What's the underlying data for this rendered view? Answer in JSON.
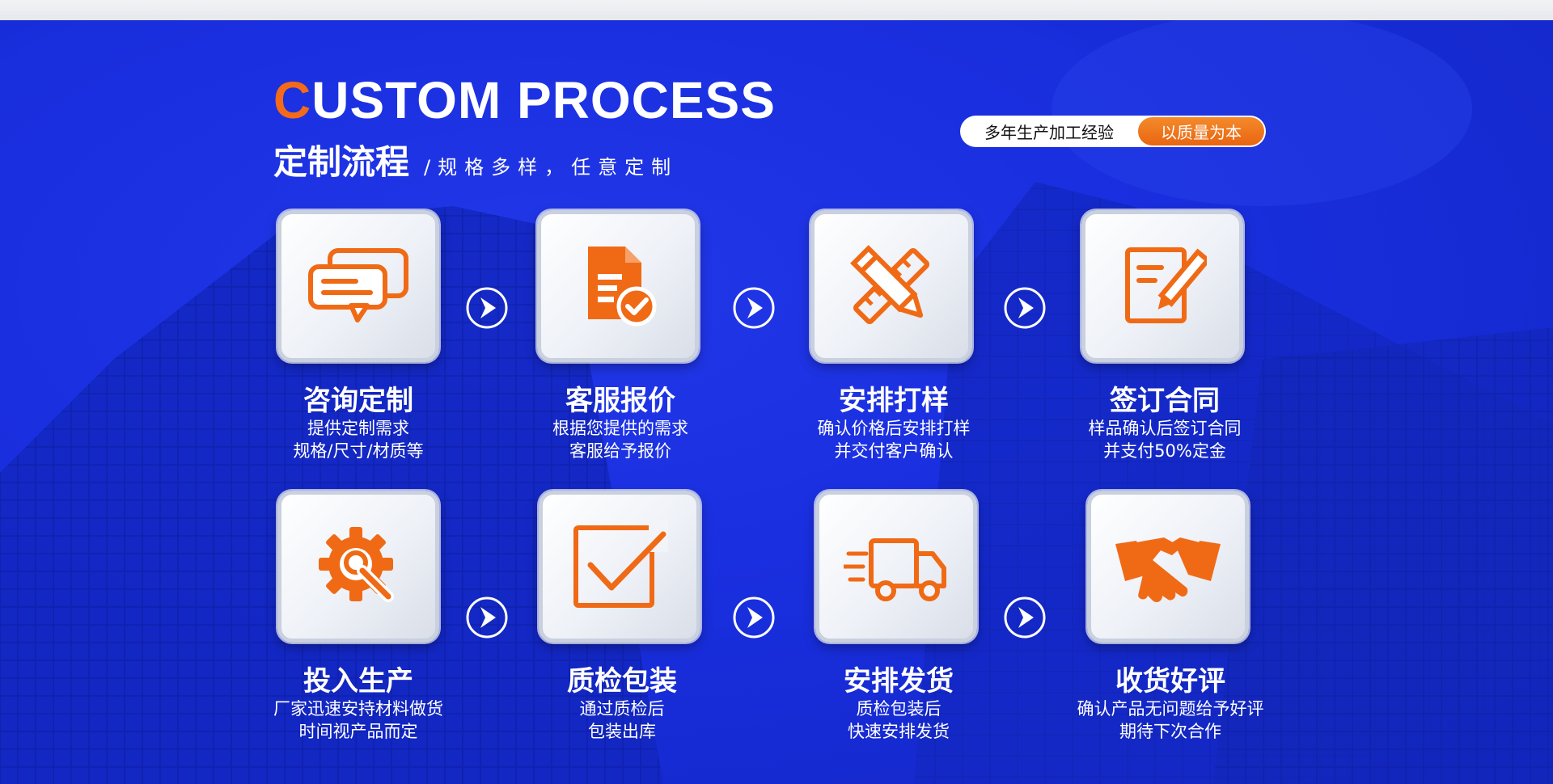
{
  "header": {
    "title_en_first": "C",
    "title_en_rest": "USTOM PROCESS",
    "title_cn": "定制流程",
    "subtitle": "/规格多样，任意定制"
  },
  "badge": {
    "left_text": "多年生产加工经验",
    "right_text": "以质量为本"
  },
  "colors": {
    "background": "#1530d8",
    "accent": "#f36b18",
    "card": "#f2f4f8",
    "text": "#ffffff"
  },
  "steps": [
    {
      "title": "咨询定制",
      "line1": "提供定制需求",
      "line2": "规格/尺寸/材质等",
      "icon": "chat-bubbles-icon"
    },
    {
      "title": "客服报价",
      "line1": "根据您提供的需求",
      "line2": "客服给予报价",
      "icon": "document-check-icon"
    },
    {
      "title": "安排打样",
      "line1": "确认价格后安排打样",
      "line2": "并交付客户确认",
      "icon": "pencil-ruler-icon"
    },
    {
      "title": "签订合同",
      "line1": "样品确认后签订合同",
      "line2": "并支付50%定金",
      "icon": "contract-sign-icon"
    },
    {
      "title": "投入生产",
      "line1": "厂家迅速安持材料做货",
      "line2": "时间视产品而定",
      "icon": "gear-wrench-icon"
    },
    {
      "title": "质检包装",
      "line1": "通过质检后",
      "line2": "包装出库",
      "icon": "checkbox-icon"
    },
    {
      "title": "安排发货",
      "line1": "质检包装后",
      "line2": "快速安排发货",
      "icon": "delivery-truck-icon"
    },
    {
      "title": "收货好评",
      "line1": "确认产品无问题给予好评",
      "line2": "期待下次合作",
      "icon": "handshake-icon"
    }
  ]
}
